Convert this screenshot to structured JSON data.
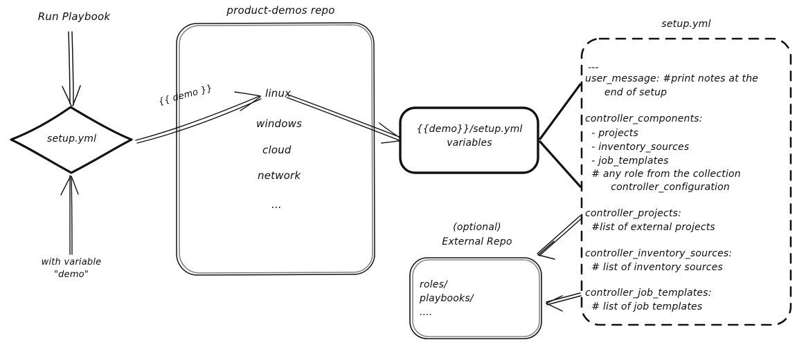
{
  "diagram": {
    "title": "Ansible product-demos setup.yml flow",
    "ink_color": "#111111",
    "background": "#ffffff",
    "entry": {
      "run_label": "Run Playbook",
      "variable_label_line1": "with variable",
      "variable_label_line2": "\"demo\"",
      "node_label": "setup.yml"
    },
    "repo": {
      "title": "product-demos repo",
      "items": [
        "linux",
        "windows",
        "cloud",
        "network",
        "..."
      ]
    },
    "edges": {
      "demo_var": "{{ demo }}"
    },
    "variables_box": {
      "line1": "{{demo}}/setup.yml",
      "line2": "variables"
    },
    "external_repo": {
      "title_line1": "(optional)",
      "title_line2": "External Repo",
      "items": [
        "roles/",
        "playbooks/",
        "...."
      ]
    },
    "setup_yml_file": {
      "title": "setup.yml",
      "lines": [
        "---",
        "user_message: #print notes at the",
        "      end of setup",
        "",
        "controller_components:",
        "  - projects",
        "  - inventory_sources",
        "  - job_templates",
        "  # any role from the collection",
        "        controller_configuration",
        "",
        "controller_projects:",
        "  #list of external projects",
        "",
        "controller_inventory_sources:",
        "  # list of inventory sources",
        "",
        "controller_job_templates:",
        "  # list of job templates"
      ]
    }
  }
}
